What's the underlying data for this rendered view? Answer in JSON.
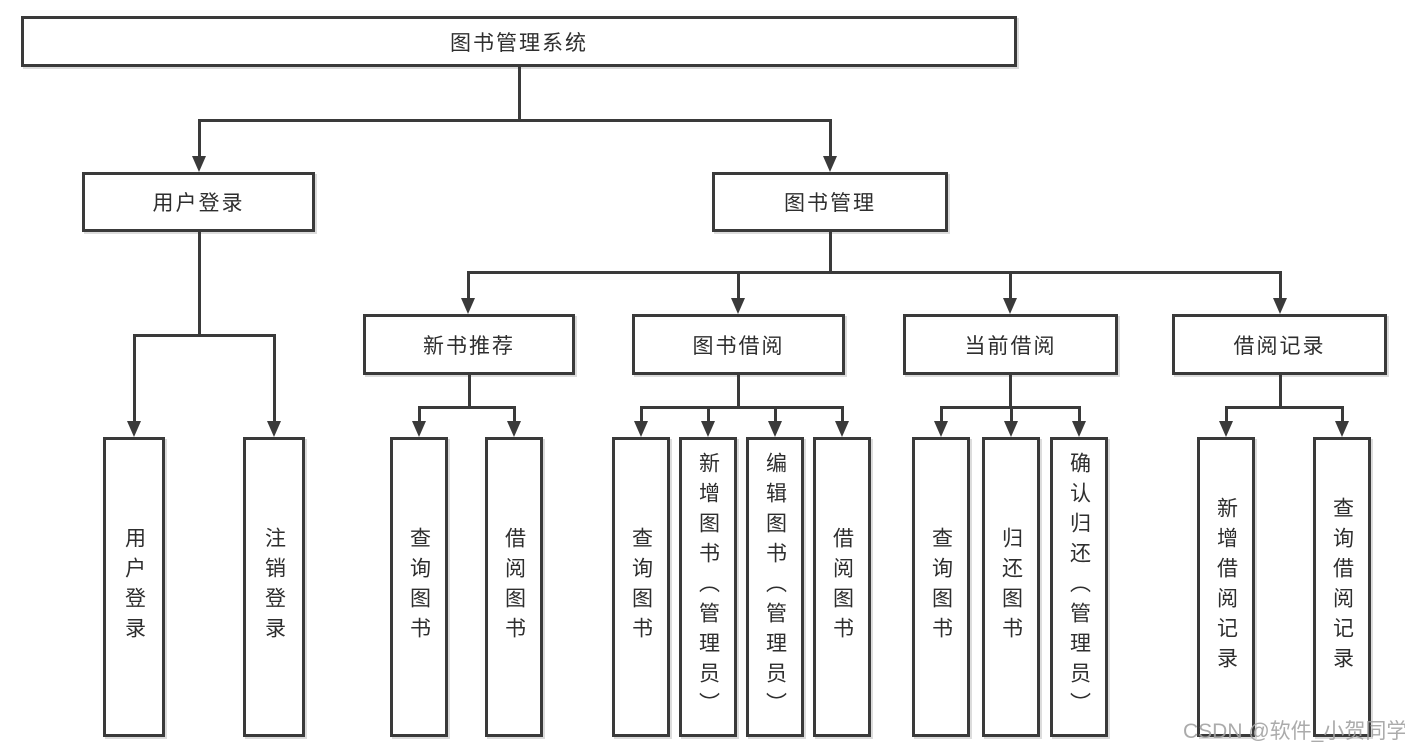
{
  "tree": {
    "root": "图书管理系统",
    "branches": [
      {
        "label": "用户登录",
        "leaves": [
          "用户登录",
          "注销登录"
        ]
      },
      {
        "label": "图书管理",
        "groups": [
          {
            "label": "新书推荐",
            "leaves": [
              "查询图书",
              "借阅图书"
            ]
          },
          {
            "label": "图书借阅",
            "leaves": [
              "查询图书",
              "新增图书（管理员）",
              "编辑图书（管理员）",
              "借阅图书"
            ]
          },
          {
            "label": "当前借阅",
            "leaves": [
              "查询图书",
              "归还图书",
              "确认归还（管理员）"
            ]
          },
          {
            "label": "借阅记录",
            "leaves": [
              "新增借阅记录",
              "查询借阅记录"
            ]
          }
        ]
      }
    ]
  },
  "watermark": "CSDN @软件_小贺同学",
  "colors": {
    "line": "#3a3a3a",
    "text": "#2e2e2e",
    "watermark": "#a3a3a3",
    "background": "#ffffff"
  }
}
